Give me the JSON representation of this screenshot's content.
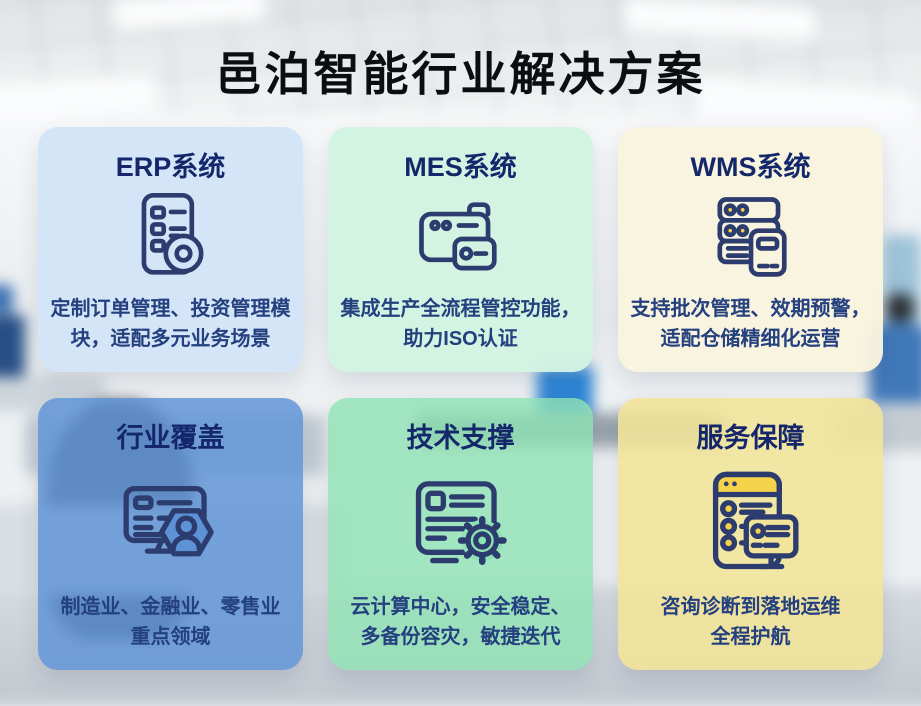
{
  "page": {
    "title": "邑泊智能行业解决方案"
  },
  "colors": {
    "title_text": "#0b0d11",
    "card_title_text": "#15276b",
    "card_body_text": "#24407e",
    "icon_stroke": "#2c3c6e",
    "icon_yellow": "#f6d24a",
    "card_backgrounds": [
      "#d3e4f8",
      "#d2f3e1",
      "#f8f4de",
      "#5d93d6",
      "#8fe2b4",
      "#f2e498"
    ]
  },
  "cards": [
    {
      "title": "ERP系统",
      "description": "定制订单管理、投资管理模\n块，适配多元业务场景",
      "icon": "document-disc-icon"
    },
    {
      "title": "MES系统",
      "description": "集成生产全流程管控功能，\n助力ISO认证",
      "icon": "window-card-icon"
    },
    {
      "title": "WMS系统",
      "description": "支持批次管理、效期预警，\n适配仓储精细化运营",
      "icon": "server-stack-icon"
    },
    {
      "title": "行业覆盖",
      "description": "制造业、金融业、零售业\n重点领域",
      "icon": "monitor-user-icon"
    },
    {
      "title": "技术支撑",
      "description": "云计算中心，安全稳定、\n多备份容灾，敏捷迭代",
      "icon": "document-gear-icon"
    },
    {
      "title": "服务保障",
      "description": "咨询诊断到落地运维\n全程护航",
      "icon": "app-monitor-icon"
    }
  ]
}
